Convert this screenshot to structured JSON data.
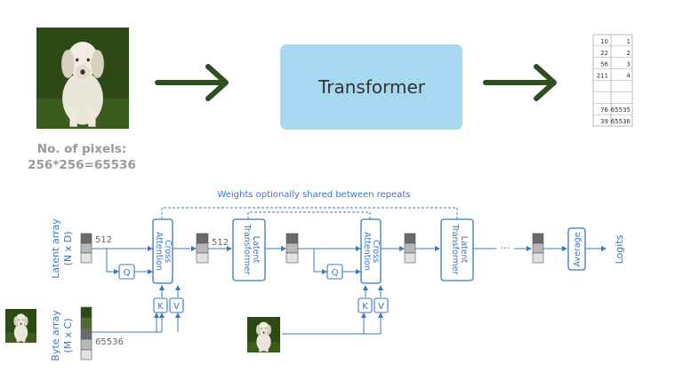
{
  "top": {
    "pixels_label_line1": "No. of pixels:",
    "pixels_label_line2": "256*256=65536",
    "transformer_label": "Transformer",
    "output_table": [
      [
        "10",
        "1"
      ],
      [
        "22",
        "2"
      ],
      [
        "56",
        "3"
      ],
      [
        "211",
        "4"
      ],
      [
        "",
        ""
      ],
      [
        "",
        ""
      ],
      [
        "76",
        "65535"
      ],
      [
        "39",
        "65536"
      ]
    ]
  },
  "bottom": {
    "weights_shared_label": "Weights optionally shared between repeats",
    "latent_array_label": "Latent array",
    "latent_array_dims": "(N x D)",
    "byte_array_label": "Byte array",
    "byte_array_dims": "(M x C)",
    "latent_dim": "512",
    "latent_dim_2": "512",
    "byte_dim": "65536",
    "q_label": "Q",
    "k_label": "K",
    "v_label": "V",
    "cross_attention_line1": "Cross",
    "cross_attention_line2": "Attention",
    "latent_transformer_line1": "Latent",
    "latent_transformer_line2": "Transformer",
    "ellipsis": "···",
    "average_label": "Average",
    "logits_label": "Logits"
  },
  "colors": {
    "arrow_green": "#2f4f1f",
    "transformer_fill": "#a6d8f2",
    "diagram_blue": "#3a78c2",
    "grass_green": "#2d4a16"
  },
  "icons": [
    "dog-image",
    "arrow-right-icon"
  ]
}
